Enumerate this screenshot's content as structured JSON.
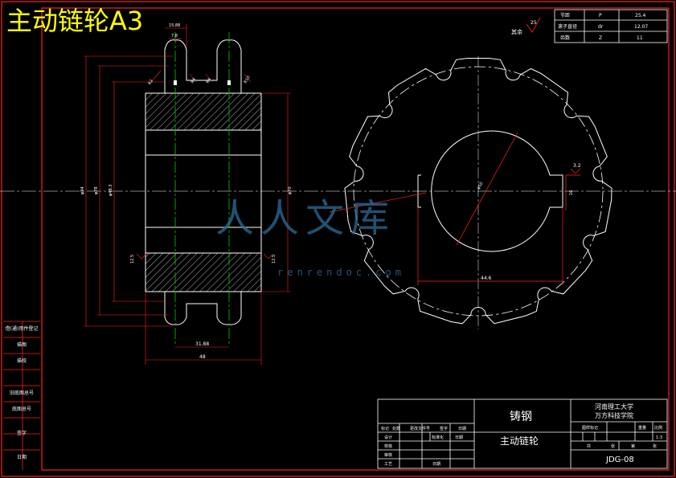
{
  "sheet_title": "主动链轮A3",
  "watermark": {
    "main": "人人文库",
    "sub": "renrendoc.com"
  },
  "roughness_note": {
    "symbol_value": "25",
    "label": "其余"
  },
  "params_table": {
    "rows": [
      {
        "name": "节距",
        "symbol": "P",
        "value": "25.4"
      },
      {
        "name": "滚子直径",
        "symbol": "dr",
        "value": "12.07"
      },
      {
        "name": "齿数",
        "symbol": "Z",
        "value": "11"
      }
    ]
  },
  "section_view_dims": {
    "tooth_width_top": "15.88",
    "tooth_width": "7.8",
    "chamfer_labels": [
      "R2",
      "R4",
      "R4",
      "R10"
    ],
    "diameters": [
      "φ94",
      "φ78",
      "φ48.3",
      "φ70"
    ],
    "roughness_left": "12.5",
    "roughness_right": "12.5",
    "center_distance": "31.88",
    "overall_width": "48"
  },
  "front_view_dims": {
    "bore_diameter": "φ50",
    "keyway_roughness": "3.2",
    "keyway_depth": "16",
    "keyway_height": "44.6"
  },
  "title_block": {
    "material": "铸钢",
    "part_name": "主动链轮",
    "school": [
      "河南理工大学",
      "万方科技学院"
    ],
    "drawing_no": "JDG-08",
    "header_labels": [
      "图样标记",
      "重量",
      "比例"
    ],
    "scale": "1:3",
    "sheet_labels": [
      "共",
      "张",
      "第",
      "张"
    ],
    "revision_headers": [
      "标记",
      "处数",
      "更改文件号",
      "签字",
      "日期"
    ],
    "sign_rows": [
      "设计",
      "校核",
      "审核",
      "工艺"
    ],
    "sign_extra": [
      "标准化",
      "日期"
    ],
    "sign_date_label": "日期"
  },
  "side_column": [
    "借(通)用件登记",
    "旧底图总号",
    "底图总号",
    "签字",
    "日期"
  ],
  "side_column_top": [
    "描图",
    "描校"
  ],
  "colors": {
    "frame": "#ff0000",
    "line": "#ffffff",
    "center": "#00cc00",
    "dim": "#ff2222",
    "title": "#ffff00"
  }
}
